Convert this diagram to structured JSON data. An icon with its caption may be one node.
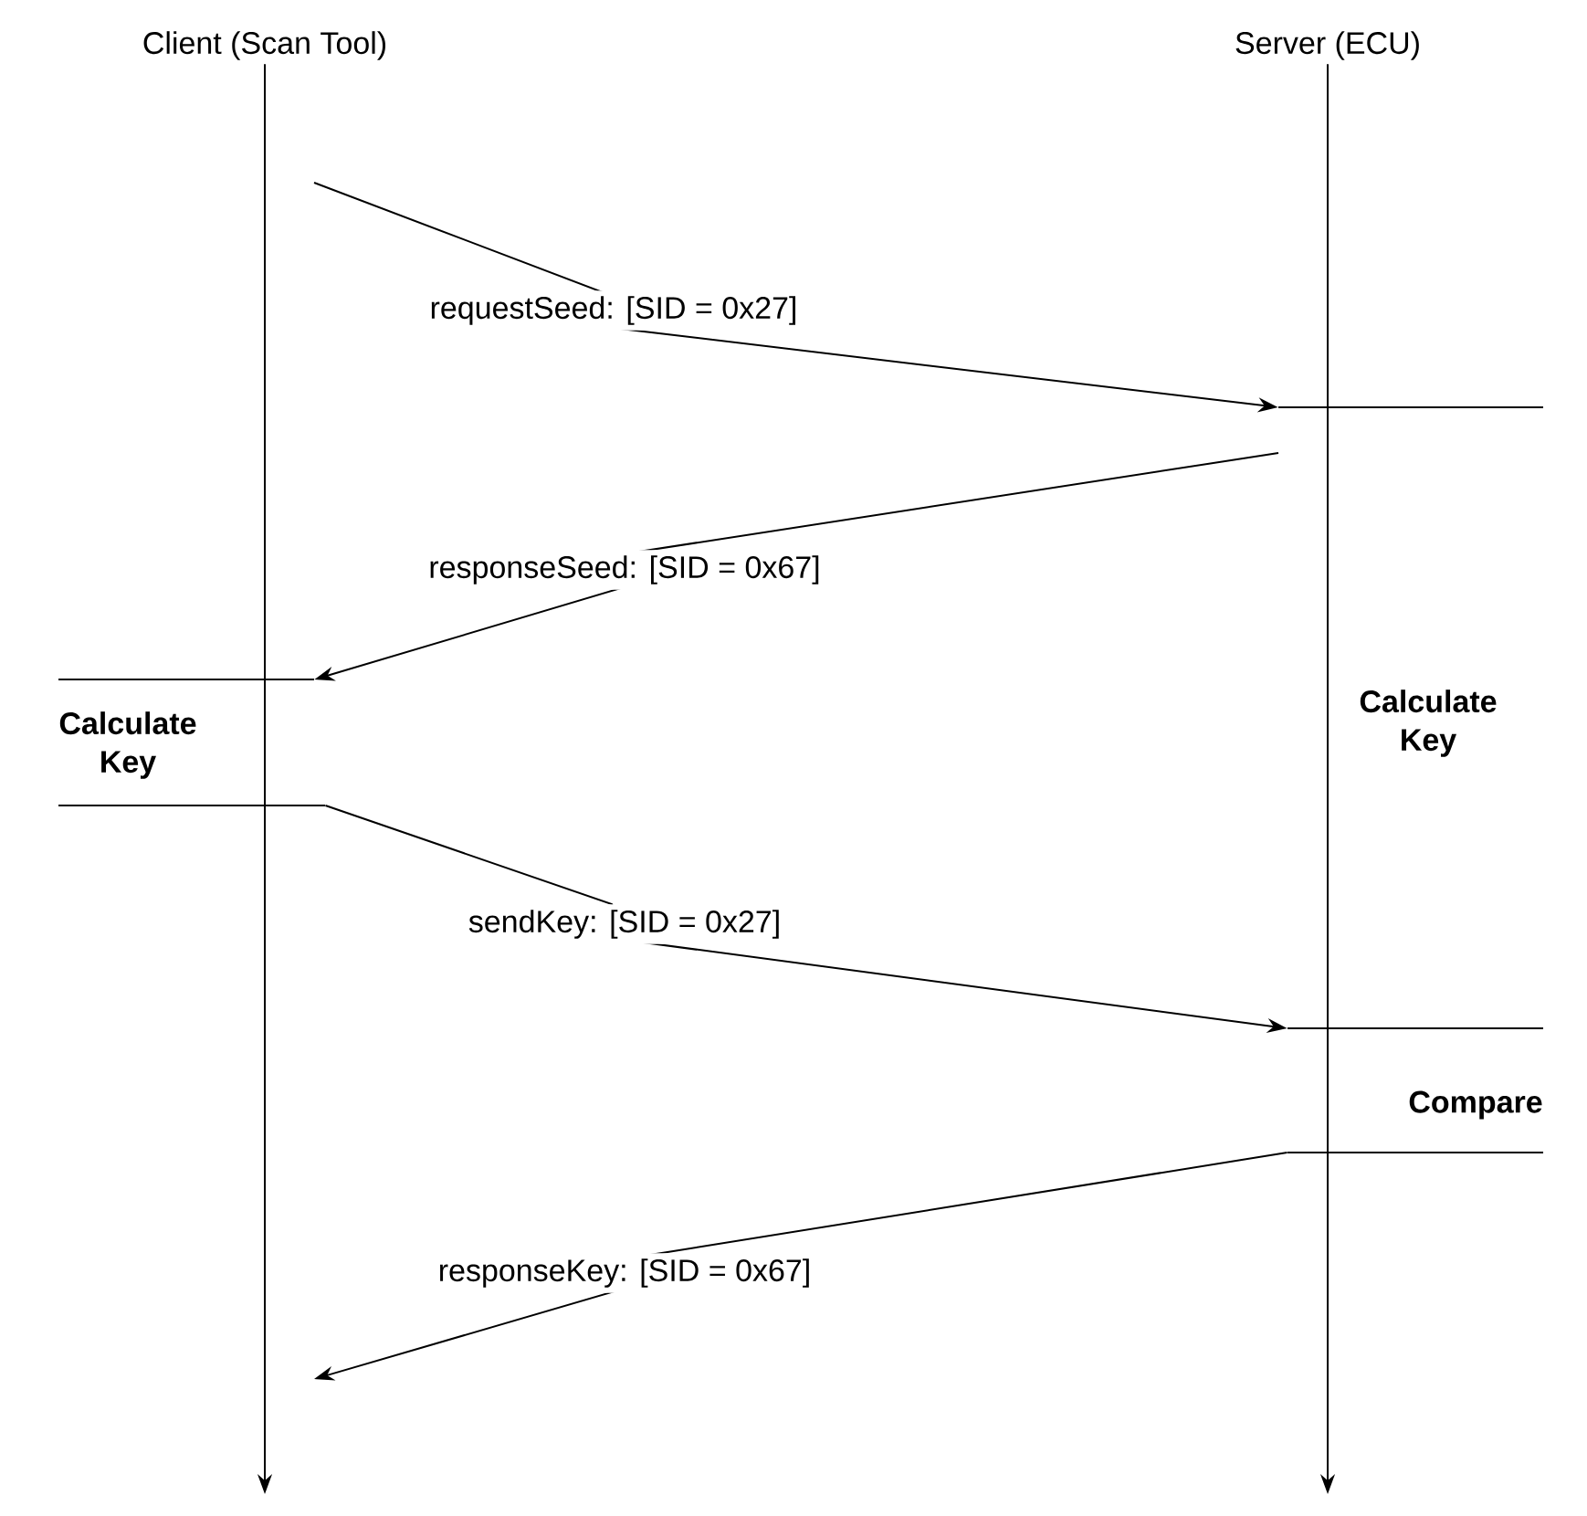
{
  "diagram": {
    "nodes": [
      {
        "text": [
          "Client (Scan Tool)"
        ]
      },
      {
        "text": [
          "Server (ECU)"
        ]
      },
      {
        "text": [],
        "shape": "bar"
      },
      {
        "text": [],
        "shape": "bar"
      },
      {
        "text": [],
        "shape": "bar"
      },
      {
        "text": [],
        "shape": "bar"
      },
      {
        "text": [],
        "shape": "bar"
      }
    ],
    "edges": [
      {
        "from": 0,
        "to": null,
        "arrow": "to"
      },
      {
        "from": 1,
        "to": null,
        "arrow": "to"
      },
      {
        "from": null,
        "to": 2,
        "arrow": "to",
        "label": "requestSeed: [SID = 0x27]"
      },
      {
        "from": null,
        "to": 3,
        "arrow": "to",
        "label": "responseSeed: [SID = 0x67]"
      },
      {
        "from": 4,
        "to": 5,
        "arrow": "to",
        "label": "sendKey: [SID = 0x27]"
      },
      {
        "from": 6,
        "to": null,
        "arrow": "to",
        "label": "responseKey: [SID = 0x67]"
      }
    ],
    "labels": [
      "Calculate Key",
      "Calculate Key",
      "Compare"
    ]
  }
}
